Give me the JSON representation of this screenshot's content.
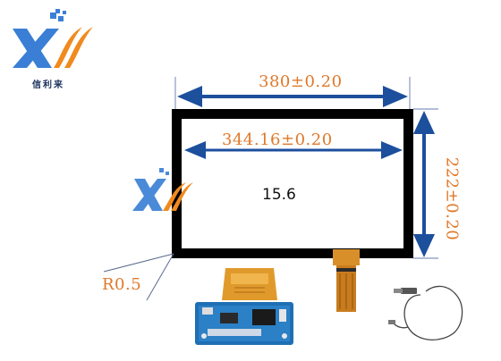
{
  "brand": {
    "name": "信利来",
    "colors": {
      "blue": "#3a7fd5",
      "orange": "#f08a1e"
    }
  },
  "drawing": {
    "outer_width": "380±0.20",
    "inner_width": "344.16±0.20",
    "height": "222±0.20",
    "corner_radius": "R0.5",
    "size_label": "15.6",
    "colors": {
      "dimension_text": "#e0792a",
      "arrow": "#1c4f9c",
      "frame": "#000000"
    }
  },
  "accessories": [
    "fpc-controller-board",
    "usb-cable"
  ]
}
